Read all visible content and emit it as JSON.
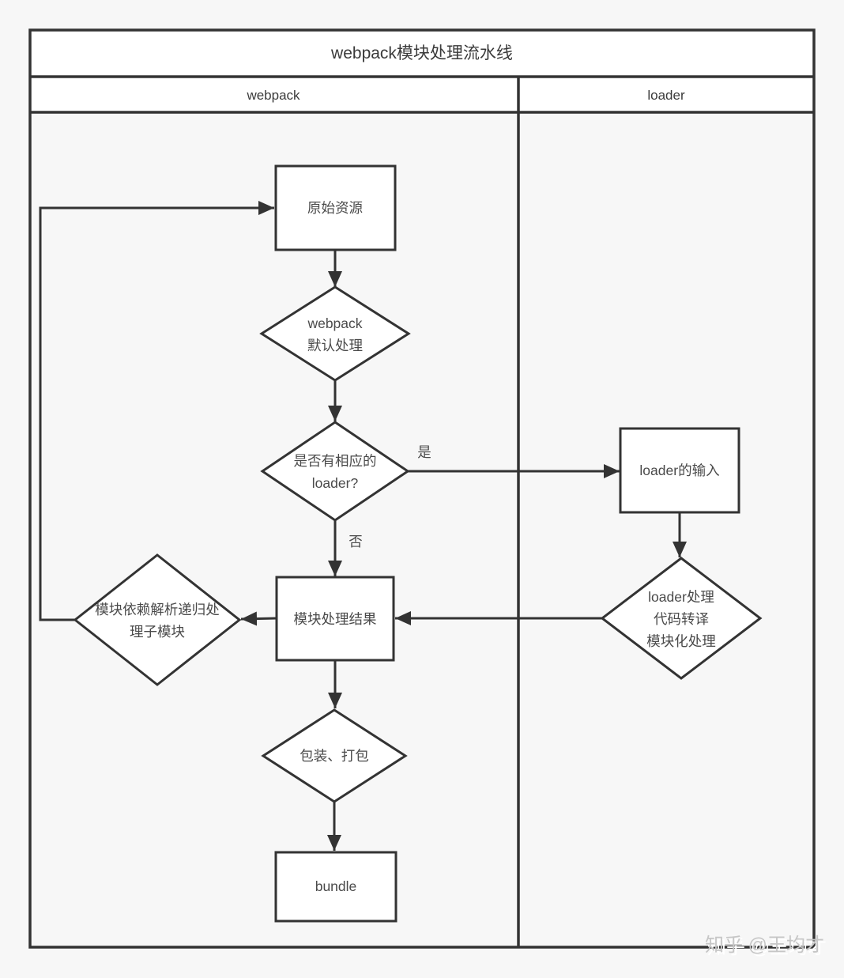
{
  "diagram": {
    "title": "webpack模块处理流水线",
    "lanes": {
      "webpack": "webpack",
      "loader": "loader"
    },
    "nodes": {
      "source": {
        "label": "原始资源",
        "type": "process"
      },
      "default_process": {
        "lines": [
          "webpack",
          "默认处理"
        ],
        "type": "decision"
      },
      "has_loader": {
        "lines": [
          "是否有相应的",
          "loader?"
        ],
        "type": "decision"
      },
      "loader_input": {
        "label": "loader的输入",
        "type": "process"
      },
      "loader_process": {
        "lines": [
          "loader处理",
          "代码转译",
          "模块化处理"
        ],
        "type": "decision"
      },
      "module_result": {
        "label": "模块处理结果",
        "type": "process"
      },
      "dependency": {
        "lines": [
          "模块依赖解析递归处",
          "理子模块"
        ],
        "type": "decision"
      },
      "package": {
        "label": "包装、打包",
        "type": "decision"
      },
      "bundle": {
        "label": "bundle",
        "type": "process"
      }
    },
    "edge_labels": {
      "yes": "是",
      "no": "否"
    },
    "watermark": "知乎 @王均才",
    "colors": {
      "stroke": "#333333",
      "node_fill": "#ffffff",
      "canvas_bg": "#f7f7f7",
      "header_bg": "#ffffff",
      "text": "#4a4a4a",
      "watermark": "#c6c6c6"
    }
  }
}
